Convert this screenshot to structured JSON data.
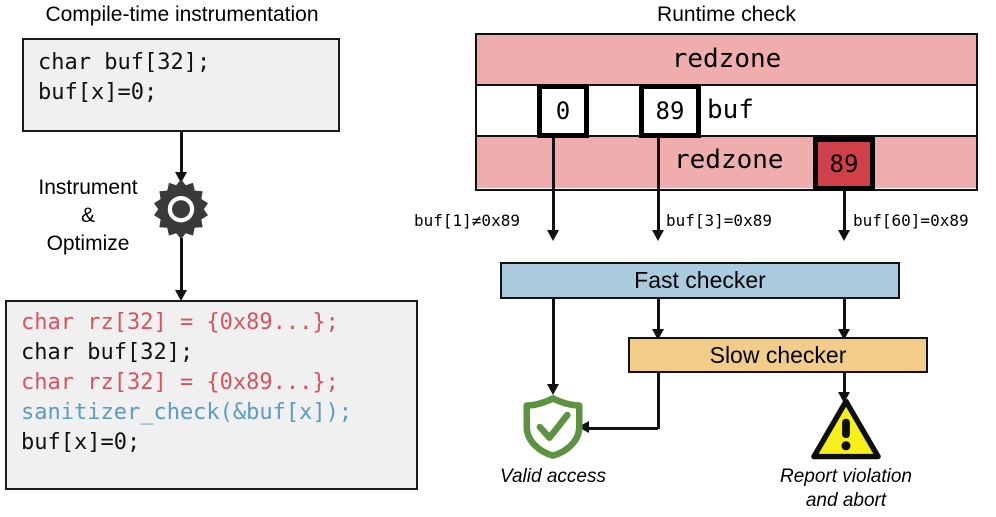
{
  "left_panel": {
    "title": "Compile-time instrumentation",
    "source_code": [
      {
        "text": "char buf[32];",
        "color": "black"
      },
      {
        "text": "buf[x]=0;",
        "color": "black"
      }
    ],
    "transform_label": "Instrument\n&\nOptimize",
    "gear_icon": "gear-icon",
    "instrumented_code": [
      {
        "text": "char rz[32] = {0x89...};",
        "color": "#d9535f"
      },
      {
        "text": "char buf[32];",
        "color": "#111111"
      },
      {
        "text": "char rz[32] = {0x89...};",
        "color": "#d9535f"
      },
      {
        "text": "sanitizer_check(&buf[x]);",
        "color": "#5b9bc4"
      },
      {
        "text": "buf[x]=0;",
        "color": "#111111"
      }
    ]
  },
  "right_panel": {
    "title": "Runtime check",
    "memory": {
      "row_top_label": "redzone",
      "row_mid_label": "buf",
      "row_bottom_label": "redzone",
      "cell_ok_value": "0",
      "cell_redzone_value": "89",
      "cell_violation_value": "89"
    },
    "access_labels": [
      "buf[1]≠0x89",
      "buf[3]=0x89",
      "buf[60]=0x89"
    ],
    "fast_checker": "Fast checker",
    "slow_checker": "Slow checker",
    "valid_access": "Valid access",
    "report_violation": "Report violation\nand abort",
    "shield_icon": "shield-check-icon",
    "warning_icon": "warning-triangle-icon"
  },
  "colors": {
    "redzone_fill": "#efadad",
    "violation_fill": "#cf4048",
    "fast_checker_fill": "#aacbde",
    "slow_checker_fill": "#f2cd89",
    "code_bg": "#f0f0f0",
    "code_red": "#d9535f",
    "code_blue": "#5b9bc4",
    "shield_green": "#5d9240",
    "warning_yellow": "#f7ef1a"
  }
}
